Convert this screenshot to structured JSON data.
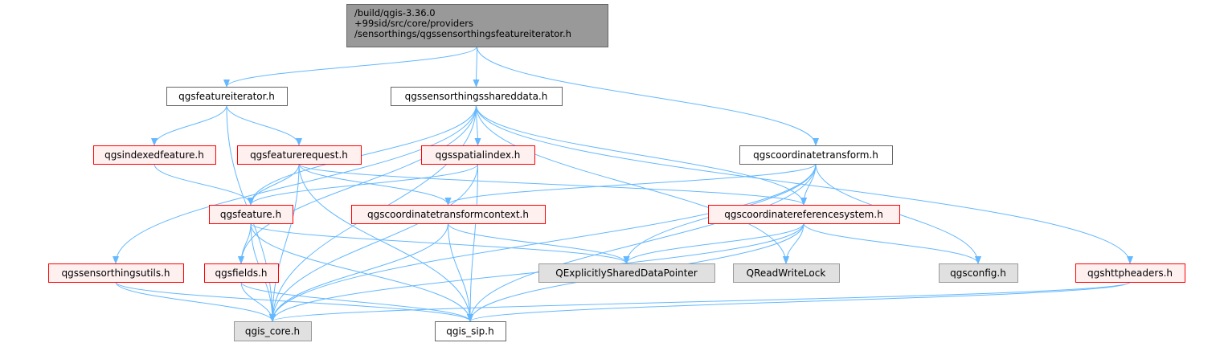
{
  "colors": {
    "edge": "#63b8ff",
    "root_fill": "#999999",
    "root_border": "#666666",
    "plain_fill": "#ffffff",
    "plain_border": "#666666",
    "red_fill": "#fff0f0",
    "red_border": "#ff0000",
    "gray_fill": "#e0e0e0",
    "gray_border": "#999999",
    "text": "#000000"
  },
  "graph": {
    "nodes": [
      {
        "id": "root",
        "kind": "root",
        "lines": [
          "/build/qgis-3.36.0",
          "+99sid/src/core/providers",
          "/sensorthings/qgssensorthingsfeatureiterator.h"
        ]
      },
      {
        "id": "featureiterator",
        "kind": "plain",
        "lines": [
          "qgsfeatureiterator.h"
        ]
      },
      {
        "id": "shareddata",
        "kind": "plain",
        "lines": [
          "qgssensorthingsshareddata.h"
        ]
      },
      {
        "id": "coordtransform",
        "kind": "plain",
        "lines": [
          "qgscoordinatetransform.h"
        ]
      },
      {
        "id": "indexedfeature",
        "kind": "red",
        "lines": [
          "qgsindexedfeature.h"
        ]
      },
      {
        "id": "featurerequest",
        "kind": "red",
        "lines": [
          "qgsfeaturerequest.h"
        ]
      },
      {
        "id": "spatialindex",
        "kind": "red",
        "lines": [
          "qgsspatialindex.h"
        ]
      },
      {
        "id": "feature",
        "kind": "red",
        "lines": [
          "qgsfeature.h"
        ]
      },
      {
        "id": "ctcontext",
        "kind": "red",
        "lines": [
          "qgscoordinatetransformcontext.h"
        ]
      },
      {
        "id": "crs",
        "kind": "red",
        "lines": [
          "qgscoordinatereferencesystem.h"
        ]
      },
      {
        "id": "stutils",
        "kind": "red",
        "lines": [
          "qgssensorthingsutils.h"
        ]
      },
      {
        "id": "fields",
        "kind": "red",
        "lines": [
          "qgsfields.h"
        ]
      },
      {
        "id": "esdp",
        "kind": "gray",
        "lines": [
          "QExplicitlySharedDataPointer"
        ]
      },
      {
        "id": "rwlock",
        "kind": "gray",
        "lines": [
          "QReadWriteLock"
        ]
      },
      {
        "id": "config",
        "kind": "gray",
        "lines": [
          "qgsconfig.h"
        ]
      },
      {
        "id": "httpheaders",
        "kind": "red",
        "lines": [
          "qgshttpheaders.h"
        ]
      },
      {
        "id": "core",
        "kind": "gray",
        "lines": [
          "qgis_core.h"
        ]
      },
      {
        "id": "sip",
        "kind": "plain",
        "lines": [
          "qgis_sip.h"
        ]
      }
    ],
    "edges": [
      [
        "root",
        "featureiterator"
      ],
      [
        "root",
        "shareddata"
      ],
      [
        "root",
        "coordtransform"
      ],
      [
        "featureiterator",
        "indexedfeature"
      ],
      [
        "featureiterator",
        "featurerequest"
      ],
      [
        "featureiterator",
        "core"
      ],
      [
        "indexedfeature",
        "feature"
      ],
      [
        "featurerequest",
        "feature"
      ],
      [
        "featurerequest",
        "ctcontext"
      ],
      [
        "featurerequest",
        "crs"
      ],
      [
        "featurerequest",
        "core"
      ],
      [
        "featurerequest",
        "sip"
      ],
      [
        "shareddata",
        "feature"
      ],
      [
        "shareddata",
        "spatialindex"
      ],
      [
        "shareddata",
        "crs"
      ],
      [
        "shareddata",
        "rwlock"
      ],
      [
        "shareddata",
        "stutils"
      ],
      [
        "shareddata",
        "fields"
      ],
      [
        "shareddata",
        "httpheaders"
      ],
      [
        "shareddata",
        "core"
      ],
      [
        "spatialindex",
        "feature"
      ],
      [
        "spatialindex",
        "core"
      ],
      [
        "spatialindex",
        "sip"
      ],
      [
        "coordtransform",
        "ctcontext"
      ],
      [
        "coordtransform",
        "crs"
      ],
      [
        "coordtransform",
        "esdp"
      ],
      [
        "coordtransform",
        "config"
      ],
      [
        "coordtransform",
        "core"
      ],
      [
        "coordtransform",
        "sip"
      ],
      [
        "feature",
        "fields"
      ],
      [
        "feature",
        "esdp"
      ],
      [
        "feature",
        "core"
      ],
      [
        "feature",
        "sip"
      ],
      [
        "ctcontext",
        "esdp"
      ],
      [
        "ctcontext",
        "core"
      ],
      [
        "ctcontext",
        "sip"
      ],
      [
        "crs",
        "esdp"
      ],
      [
        "crs",
        "rwlock"
      ],
      [
        "crs",
        "config"
      ],
      [
        "crs",
        "core"
      ],
      [
        "crs",
        "sip"
      ],
      [
        "stutils",
        "core"
      ],
      [
        "stutils",
        "sip"
      ],
      [
        "fields",
        "core"
      ],
      [
        "fields",
        "sip"
      ],
      [
        "httpheaders",
        "core"
      ],
      [
        "httpheaders",
        "sip"
      ]
    ]
  }
}
